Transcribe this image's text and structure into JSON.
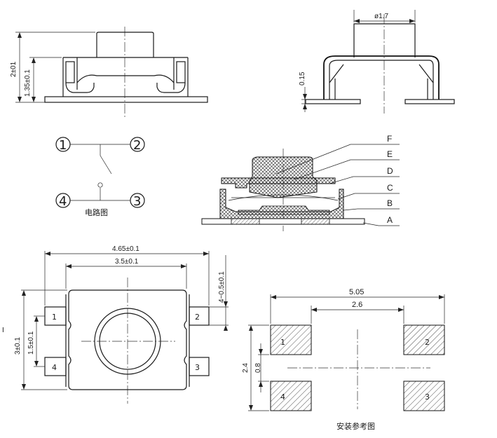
{
  "side_view": {
    "dims": {
      "total_height": "2±01",
      "body_height": "1.35±0.1"
    }
  },
  "end_view": {
    "dims": {
      "plunger_diameter": "ø1.7",
      "lead_thickness": "0.15"
    }
  },
  "circuit": {
    "title": "电路图",
    "terminals": [
      "1",
      "2",
      "3",
      "4"
    ]
  },
  "section": {
    "labels": [
      "F",
      "E",
      "D",
      "C",
      "B",
      "A"
    ]
  },
  "top_view": {
    "dims": {
      "overall_width": "4.65±0.1",
      "body_width": "3.5±0.1",
      "lead_length": "4~0.5±0.1",
      "pin_pitch": "1.5±0.1",
      "body_height": "3±0.1"
    },
    "side_mark": "I",
    "pins": [
      "1",
      "2",
      "4",
      "3"
    ]
  },
  "footprint": {
    "title": "安装参考图",
    "dims": {
      "outer": "5.05",
      "inner": "2.6",
      "height": "2.4",
      "gap": "0.8"
    },
    "pads": [
      "1",
      "2",
      "4",
      "3"
    ]
  }
}
